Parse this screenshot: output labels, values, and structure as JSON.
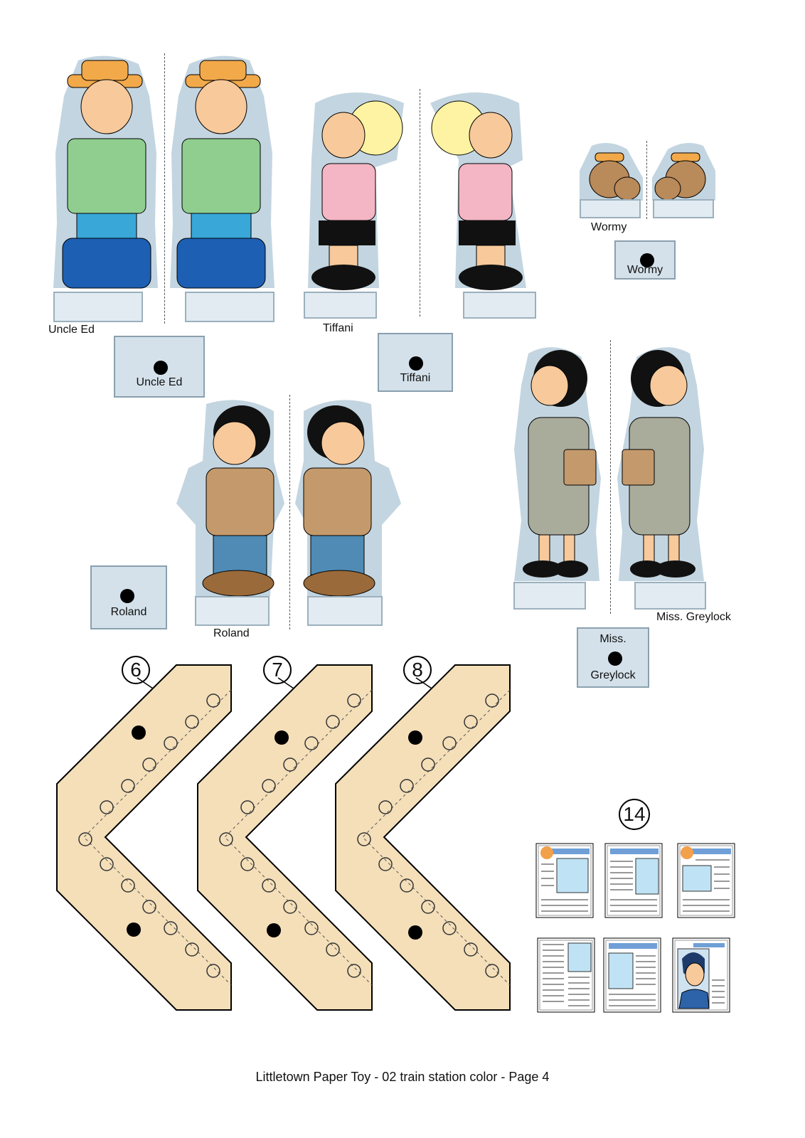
{
  "labels": {
    "uncle_ed": "Uncle Ed",
    "tiffani": "Tiffani",
    "wormy": "Wormy",
    "roland": "Roland",
    "miss_greylock": "Miss. Greylock"
  },
  "tabs": {
    "uncle_ed": "Uncle Ed",
    "tiffani": "Tiffani",
    "wormy": "Wormy",
    "roland": "Roland",
    "greylock_line1": "Miss.",
    "greylock_line2": "Greylock"
  },
  "part_numbers": [
    "6",
    "7",
    "8",
    "14"
  ],
  "footer": "Littletown Paper Toy - 02 train station color - Page 4",
  "colors": {
    "outline_blue": "#b9ccd8",
    "tab_blue": "#d4e1ea",
    "rail_tan": "#f4dfb9"
  }
}
